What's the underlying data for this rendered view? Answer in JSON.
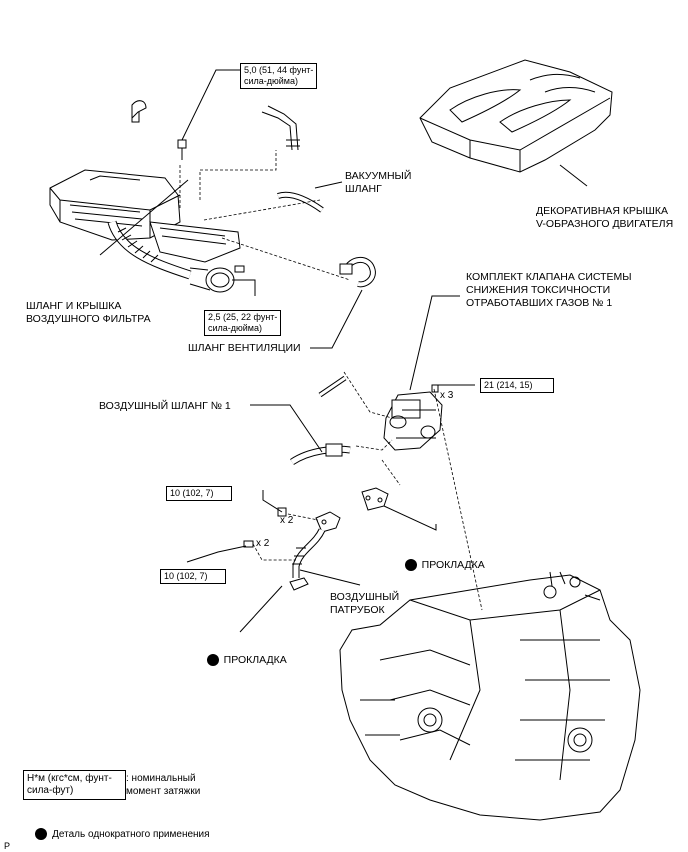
{
  "parts": {
    "air_cleaner": "ШЛАНГ И КРЫШКА\nВОЗДУШНОГО ФИЛЬТРА",
    "vacuum_hose": "ВАКУУМНЫЙ\nШЛАНГ",
    "ventilation_hose": "ШЛАНГ ВЕНТИЛЯЦИИ",
    "engine_cover": "ДЕКОРАТИВНАЯ КРЫШКА\nV-ОБРАЗНОГО ДВИГАТЕЛЯ",
    "valve_assembly": "КОМПЛЕКТ КЛАПАНА СИСТЕМЫ\nСНИЖЕНИЯ ТОКСИЧНОСТИ\nОТРАБОТАВШИХ ГАЗОВ № 1",
    "air_hose_1": "ВОЗДУШНЫЙ ШЛАНГ № 1",
    "gasket_right": "ПРОКЛАДКА",
    "air_pipe": "ВОЗДУШНЫЙ\nПАТРУБОК",
    "gasket_bottom": "ПРОКЛАДКА"
  },
  "torques": {
    "top": "5,0 (51, 44 фунт-\nсила-дюйма)",
    "air_cleaner": "2,5 (25, 22 фунт-\nсила-дюйма)",
    "valve_bolts": "21 (214, 15)",
    "pipe_upper": "10 (102, 7)",
    "pipe_lower": "10 (102, 7)"
  },
  "quantities": {
    "valve_bolts": "x 3",
    "pipe_upper": "x 2",
    "pipe_lower": "x 2"
  },
  "legend": {
    "torque_unit": "Н*м (кгс*см, фунт-\nсила-фут)",
    "torque_desc": ": номинальный\nмомент затяжки",
    "one_time_use": "Деталь однократного применения"
  },
  "corner_mark": "P"
}
